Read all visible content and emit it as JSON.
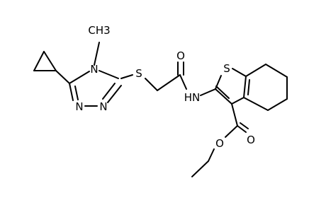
{
  "molecule": {
    "atom_labels": {
      "methyl_on_n4": "CH3",
      "n4": "N",
      "n1": "N",
      "n2": "N",
      "s_thioether": "S",
      "o_amide": "O",
      "nh_amide": "HN",
      "s_thiophene": "S",
      "o_ester_carbonyl": "O",
      "o_ester_ether": "O"
    },
    "methyl_display": "methyl"
  }
}
